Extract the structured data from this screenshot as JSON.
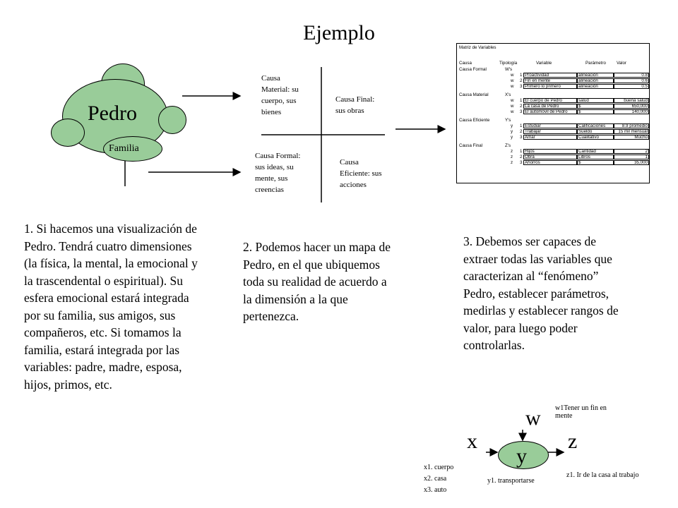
{
  "title": "Ejemplo",
  "pedro_diagram": {
    "main_label": "Pedro",
    "family_label": "Familia"
  },
  "quadrants": {
    "material": "Causa Material: su cuerpo, sus bienes",
    "final": "Causa Final: sus obras",
    "formal": "Causa Formal: sus ideas, su mente, sus creencias",
    "eficiente": "Causa Eficiente: sus acciones"
  },
  "matrix": {
    "title": "Matriz de Variables",
    "headers": [
      "Causa",
      "Tipología",
      "Variable",
      "Parámetro",
      "Valor"
    ],
    "groups": [
      {
        "causa": "Causa Formal",
        "tipo": "W's",
        "rows": [
          {
            "letter": "w",
            "num": "1",
            "variable": "Proactividad",
            "parametro": "alineación",
            "valor": "0.8"
          },
          {
            "letter": "w",
            "num": "2",
            "variable": "Fin en mente",
            "parametro": "alineación",
            "valor": "0.6"
          },
          {
            "letter": "w",
            "num": "3",
            "variable": "Primero lo primero",
            "parametro": "alineación",
            "valor": "0.5"
          }
        ]
      },
      {
        "causa": "Causa Material",
        "tipo": "X's",
        "rows": [
          {
            "letter": "w",
            "num": "1",
            "variable": "El cuerpo de Pedro",
            "parametro": "salud",
            "valor": "buena salud"
          },
          {
            "letter": "w",
            "num": "2",
            "variable": "La casa de Pedro",
            "parametro": "$",
            "valor": "650,000"
          },
          {
            "letter": "w",
            "num": "3",
            "variable": "El automóvil de Pedro",
            "parametro": "$",
            "valor": "140,000"
          }
        ]
      },
      {
        "causa": "Causa Eficiente",
        "tipo": "Y's",
        "rows": [
          {
            "letter": "y",
            "num": "1",
            "variable": "Estudiar",
            "parametro": "Calificaciones",
            "valor": "8.9 promedio"
          },
          {
            "letter": "y",
            "num": "2",
            "variable": "Trabajar",
            "parametro": "Sueldo",
            "valor": "15 mil mensual"
          },
          {
            "letter": "y",
            "num": "3",
            "variable": "Amar",
            "parametro": "Cualitativo",
            "valor": "Mucho"
          }
        ]
      },
      {
        "causa": "Causa Final",
        "tipo": "Z's",
        "rows": [
          {
            "letter": "z",
            "num": "1",
            "variable": "Hijos",
            "parametro": "Cantidad",
            "valor": "2"
          },
          {
            "letter": "z",
            "num": "2",
            "variable": "Obra",
            "parametro": "Libros",
            "valor": "1"
          },
          {
            "letter": "z",
            "num": "3",
            "variable": "Ahorros",
            "parametro": "$",
            "valor": "35,000"
          }
        ]
      }
    ]
  },
  "paragraphs": {
    "p1": "1. Si hacemos una visualización de Pedro. Tendrá cuatro dimensiones (la física, la mental, la emocional y la trascendental o espiritual). Su esfera emocional estará integrada por su familia, sus amigos, sus compañeros, etc. Si tomamos la familia, estará integrada por las variables: padre, madre, esposa, hijos, primos, etc.",
    "p2": "2. Podemos hacer un mapa de Pedro, en el que ubiquemos toda su realidad de acuerdo a la dimensión a la que pertenezca.",
    "p3": "3. Debemos ser capaces de extraer todas las variables que caracterizan al “fenómeno” Pedro, establecer parámetros, medirlas y establecer rangos de valor, para luego poder controlarlas."
  },
  "flow": {
    "w": "w",
    "x": "x",
    "y": "y",
    "z": "z",
    "w_note": "w1Tener un fin en mente",
    "x_notes": [
      "x1. cuerpo",
      "x2. casa",
      "x3. auto"
    ],
    "y_note": "y1. transportarse",
    "z_note": "z1. Ir de la casa al trabajo"
  },
  "colors": {
    "blob_fill": "#99cc99",
    "flow_circle_fill": "#99cc99"
  }
}
